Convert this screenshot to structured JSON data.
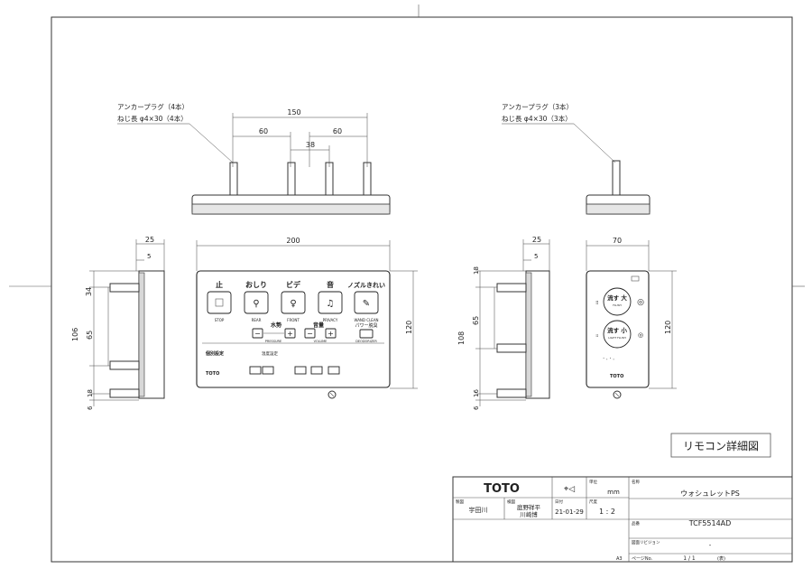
{
  "drawing_title": "リモコン詳細図",
  "front_view": {
    "anchor_note_1": "アンカープラグ（4本）",
    "anchor_note_2": "ねじ長 φ4×30（4本）",
    "dim_top_total": "150",
    "dim_top_left": "60",
    "dim_top_right": "60",
    "dim_top_mid": "38",
    "dim_width": "200",
    "dim_height": "120",
    "side_dim_depth": "25",
    "side_dim_5": "5",
    "side_dim_34": "34",
    "side_dim_106": "106",
    "side_dim_65": "65",
    "side_dim_18": "18",
    "side_dim_6": "6",
    "buttons": [
      {
        "jp": "止",
        "en": "STOP"
      },
      {
        "jp": "おしり",
        "en": "REAR"
      },
      {
        "jp": "ビデ",
        "en": "FRONT"
      },
      {
        "jp": "音",
        "en": "PRIVACY"
      },
      {
        "jp": "ノズルきれい",
        "en": "WAND CLEAN"
      }
    ],
    "pressure_label": "水勢",
    "pressure_en": "PRESSURE",
    "volume_label": "音量",
    "volume_en": "VOLUME",
    "deodorizer_label": "パワー脱臭",
    "deodorizer_en": "DEODORIZER",
    "settings_label": "個別設定",
    "temp_label": "温度設定",
    "brand": "TOTO"
  },
  "right_view": {
    "anchor_note_1": "アンカープラグ（3本）",
    "anchor_note_2": "ねじ長 φ4×30（3本）",
    "side_dim_depth": "25",
    "side_dim_5": "5",
    "side_dim_18": "18",
    "side_dim_108": "108",
    "side_dim_65": "65",
    "side_dim_16": "16",
    "side_dim_6": "6",
    "dim_width": "70",
    "dim_height": "120",
    "flush_large_jp": "流す 大",
    "flush_large_en": "FLUSH",
    "flush_small_jp": "流す 小",
    "flush_small_en": "LIGHT FLUSH",
    "brand": "TOTO"
  },
  "title_block": {
    "brand": "TOTO",
    "unit_label": "単位",
    "unit_value": "mm",
    "name_label": "名称",
    "name_value": "ウォシュレットPS",
    "designer_label": "製図",
    "designer_value": "宇田川",
    "checker_label": "検図",
    "checker_value1": "庭野祥平",
    "checker_value2": "川崎博",
    "date_label": "日付",
    "date_value": "21-01-29",
    "scale_label": "尺度",
    "scale_value": "1 : 2",
    "part_label": "品番",
    "part_value": "TCF5514AD",
    "revision_label": "図面リビジョン",
    "revision_value": "-",
    "page_label": "ページNo.",
    "page_value": "1 / 1",
    "sheet_size": "A3",
    "page_suffix": "(表)"
  }
}
